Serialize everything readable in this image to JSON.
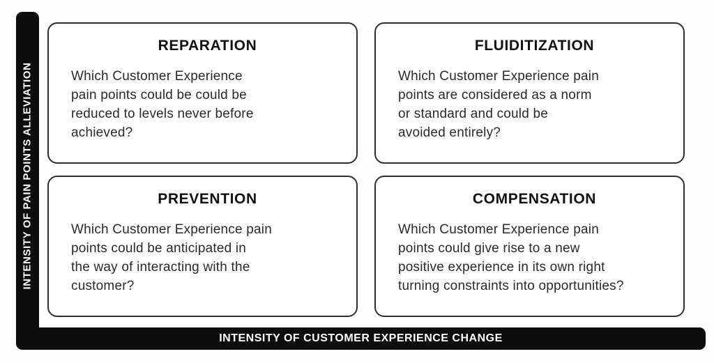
{
  "diagram": {
    "y_axis_label": "INTENSITY OF PAIN POINTS ALLEVIATION",
    "x_axis_label": "INTENSITY OF CUSTOMER EXPERIENCE CHANGE",
    "colors": {
      "axis_bar": "#0d0d0d",
      "axis_text": "#ffffff",
      "box_border": "#2e2e2e",
      "body_text": "#2a2a2a",
      "background": "#fdfdfd"
    },
    "quadrants": [
      {
        "title": "REPARATION",
        "body": "Which Customer Experience\npain points could be could be\nreduced to levels never before\nachieved?"
      },
      {
        "title": "FLUIDITIZATION",
        "body": "Which Customer Experience pain\npoints are considered as a norm\nor standard and could be\navoided entirely?"
      },
      {
        "title": "PREVENTION",
        "body": "Which Customer Experience pain\npoints could be anticipated in\nthe way of interacting with the\ncustomer?"
      },
      {
        "title": "COMPENSATION",
        "body": "Which Customer Experience pain\npoints could give rise to a new\npositive experience in its own right\nturning constraints into opportunities?"
      }
    ]
  }
}
